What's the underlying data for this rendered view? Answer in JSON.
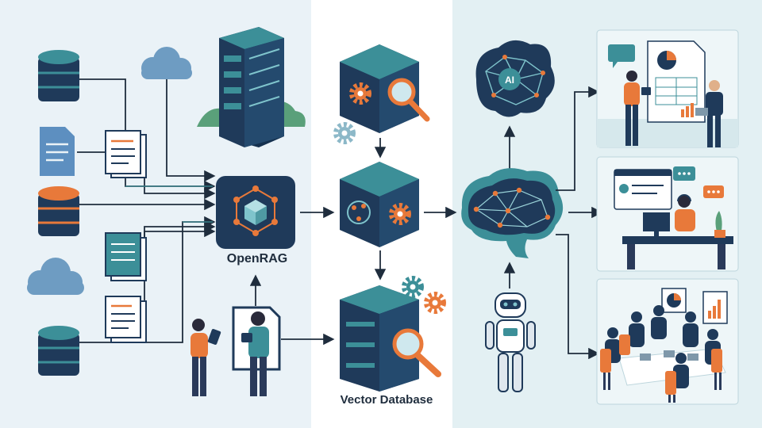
{
  "diagram": {
    "nodes": {
      "openrag": {
        "label": "OpenRAG"
      },
      "vector_db": {
        "label": "Vector Database"
      },
      "ai_brain": {
        "label": "AI"
      }
    }
  },
  "colors": {
    "navy": "#1f3a5a",
    "teal": "#3c8f98",
    "orange": "#e8793a",
    "light_blue_bg": "#eaf2f7",
    "center_bg": "#ffffff",
    "right_bg": "#e3f0f3",
    "arrow": "#1f2d3d"
  },
  "icons": [
    "database-icon",
    "cloud-icon",
    "document-icon",
    "server-icon",
    "gear-icon",
    "magnifier-icon",
    "brain-icon",
    "robot-icon",
    "person-icon",
    "tablet-icon"
  ]
}
